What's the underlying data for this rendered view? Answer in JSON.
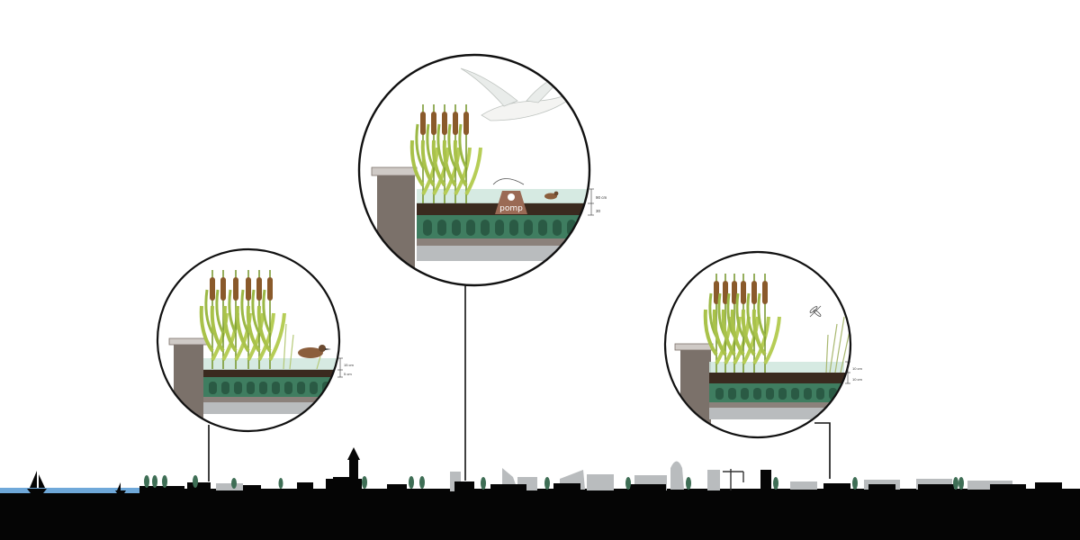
{
  "colors": {
    "water": "#6fa8d9",
    "ground": "#050505",
    "bed_green": "#3f7d60",
    "bed_dark": "#2a5a44",
    "soil": "#3a2a1f",
    "wall": "#7b716a",
    "grey": "#b9bcbe",
    "reed": "#a9c24a",
    "cattail": "#8a5a2b",
    "pond_water": "#cfe6dd"
  },
  "icons": [
    "sailboat-icon",
    "swan-icon",
    "bird-icon",
    "dragonfly-icon",
    "church-icon",
    "crane-icon"
  ],
  "sections": {
    "left": {
      "water_label": "",
      "depth_labels": [
        "15 cm",
        "5 cm"
      ]
    },
    "center": {
      "water_label": "",
      "pump_label": "pomp",
      "depth_labels": [
        "90 cm",
        "30"
      ]
    },
    "right": {
      "water_label": "",
      "depth_labels": [
        "10 cm",
        "10 cm"
      ]
    }
  }
}
